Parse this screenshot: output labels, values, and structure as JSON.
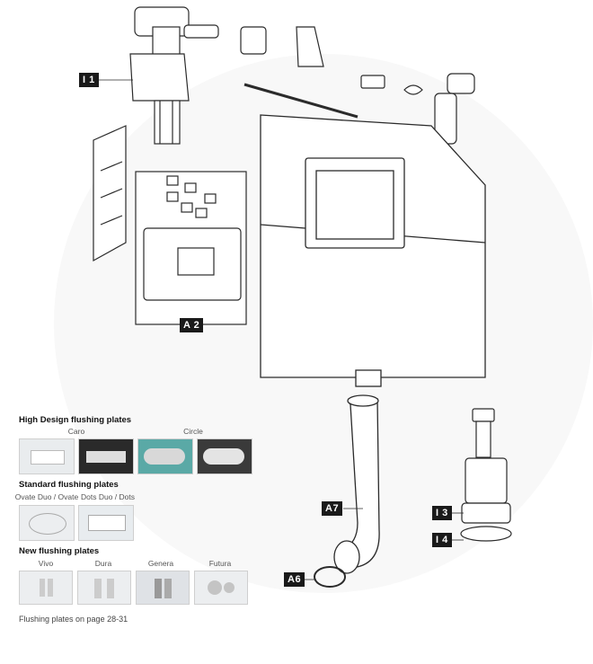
{
  "labels": {
    "i1": "I 1",
    "a2": "A 2",
    "a7": "A7",
    "a6": "A6",
    "i3": "I 3",
    "i4": "I 4"
  },
  "sections": {
    "high_design": {
      "title": "High Design flushing plates",
      "captions": [
        "Caro",
        "Circle"
      ]
    },
    "standard": {
      "title": "Standard flushing plates",
      "captions": [
        "Ovate Duo / Ovate",
        "Dots Duo / Dots"
      ]
    },
    "new": {
      "title": "New flushing plates",
      "captions": [
        "Vivo",
        "Dura",
        "Genera",
        "Futura"
      ]
    }
  },
  "footer_note": "Flushing plates on page 28-31",
  "colors": {
    "tag_bg": "#1a1a1a",
    "line": "#2b2b2b",
    "thumb_teal": "#5aa9a6",
    "thumb_dark": "#2a2a2a"
  }
}
